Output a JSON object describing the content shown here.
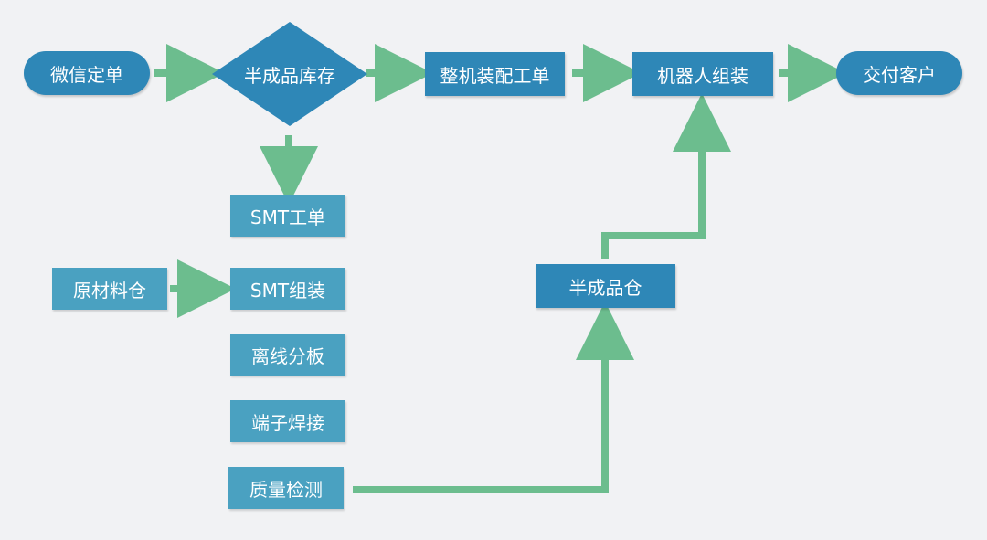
{
  "colors": {
    "background": "#f1f2f4",
    "primary_node": "#2e87b7",
    "secondary_node": "#4aa1c1",
    "arrow": "#6cbd8e",
    "text": "#ffffff"
  },
  "nodes": {
    "wechat_order": "微信定单",
    "semi_stock": "半成品库存",
    "assembly_order": "整机装配工单",
    "robot_assembly": "机器人组装",
    "deliver_customer": "交付客户",
    "smt_order": "SMT工单",
    "raw_material": "原材料仓",
    "smt_assembly": "SMT组装",
    "offline_split": "离线分板",
    "terminal_solder": "端子焊接",
    "quality_check": "质量检测",
    "semi_warehouse": "半成品仓"
  },
  "edges": [
    {
      "from": "微信定单",
      "to": "半成品库存"
    },
    {
      "from": "半成品库存",
      "to": "整机装配工单"
    },
    {
      "from": "整机装配工单",
      "to": "机器人组装"
    },
    {
      "from": "机器人组装",
      "to": "交付客户"
    },
    {
      "from": "半成品库存",
      "to": "SMT工单"
    },
    {
      "from": "原材料仓",
      "to": "SMT组装"
    },
    {
      "from": "质量检测",
      "to": "半成品仓"
    },
    {
      "from": "半成品仓",
      "to": "机器人组装"
    }
  ]
}
